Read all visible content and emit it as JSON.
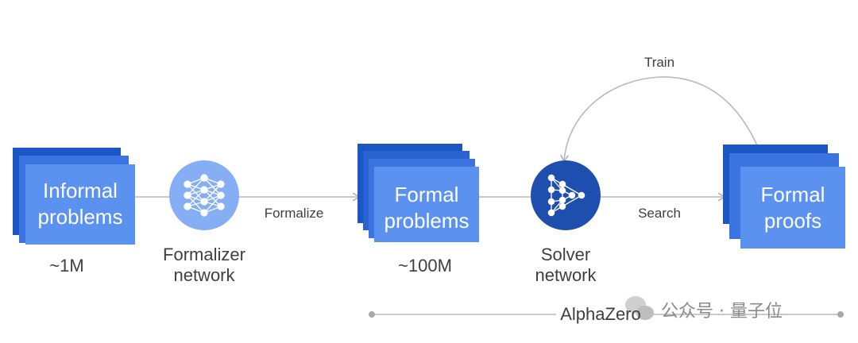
{
  "nodes": {
    "informal": {
      "title_line1": "Informal",
      "title_line2": "problems",
      "count": "~1M"
    },
    "formalizer": {
      "label_line1": "Formalizer",
      "label_line2": "network"
    },
    "formal_problems": {
      "title_line1": "Formal",
      "title_line2": "problems",
      "count": "~100M"
    },
    "solver": {
      "label_line1": "Solver",
      "label_line2": "network"
    },
    "formal_proofs": {
      "title_line1": "Formal",
      "title_line2": "proofs"
    }
  },
  "edges": {
    "formalize": "Formalize",
    "search": "Search",
    "train": "Train"
  },
  "span": {
    "label": "AlphaZero"
  },
  "watermark": {
    "text": "公众号 · 量子位"
  },
  "colors": {
    "card_dark": "#1a56c4",
    "card_mid": "#3b73e0",
    "card_light": "#5b92f0",
    "formalizer_circle": "#86aef5",
    "solver_circle": "#1f4fae",
    "line": "#b9b9b9",
    "text": "#3c4043"
  }
}
